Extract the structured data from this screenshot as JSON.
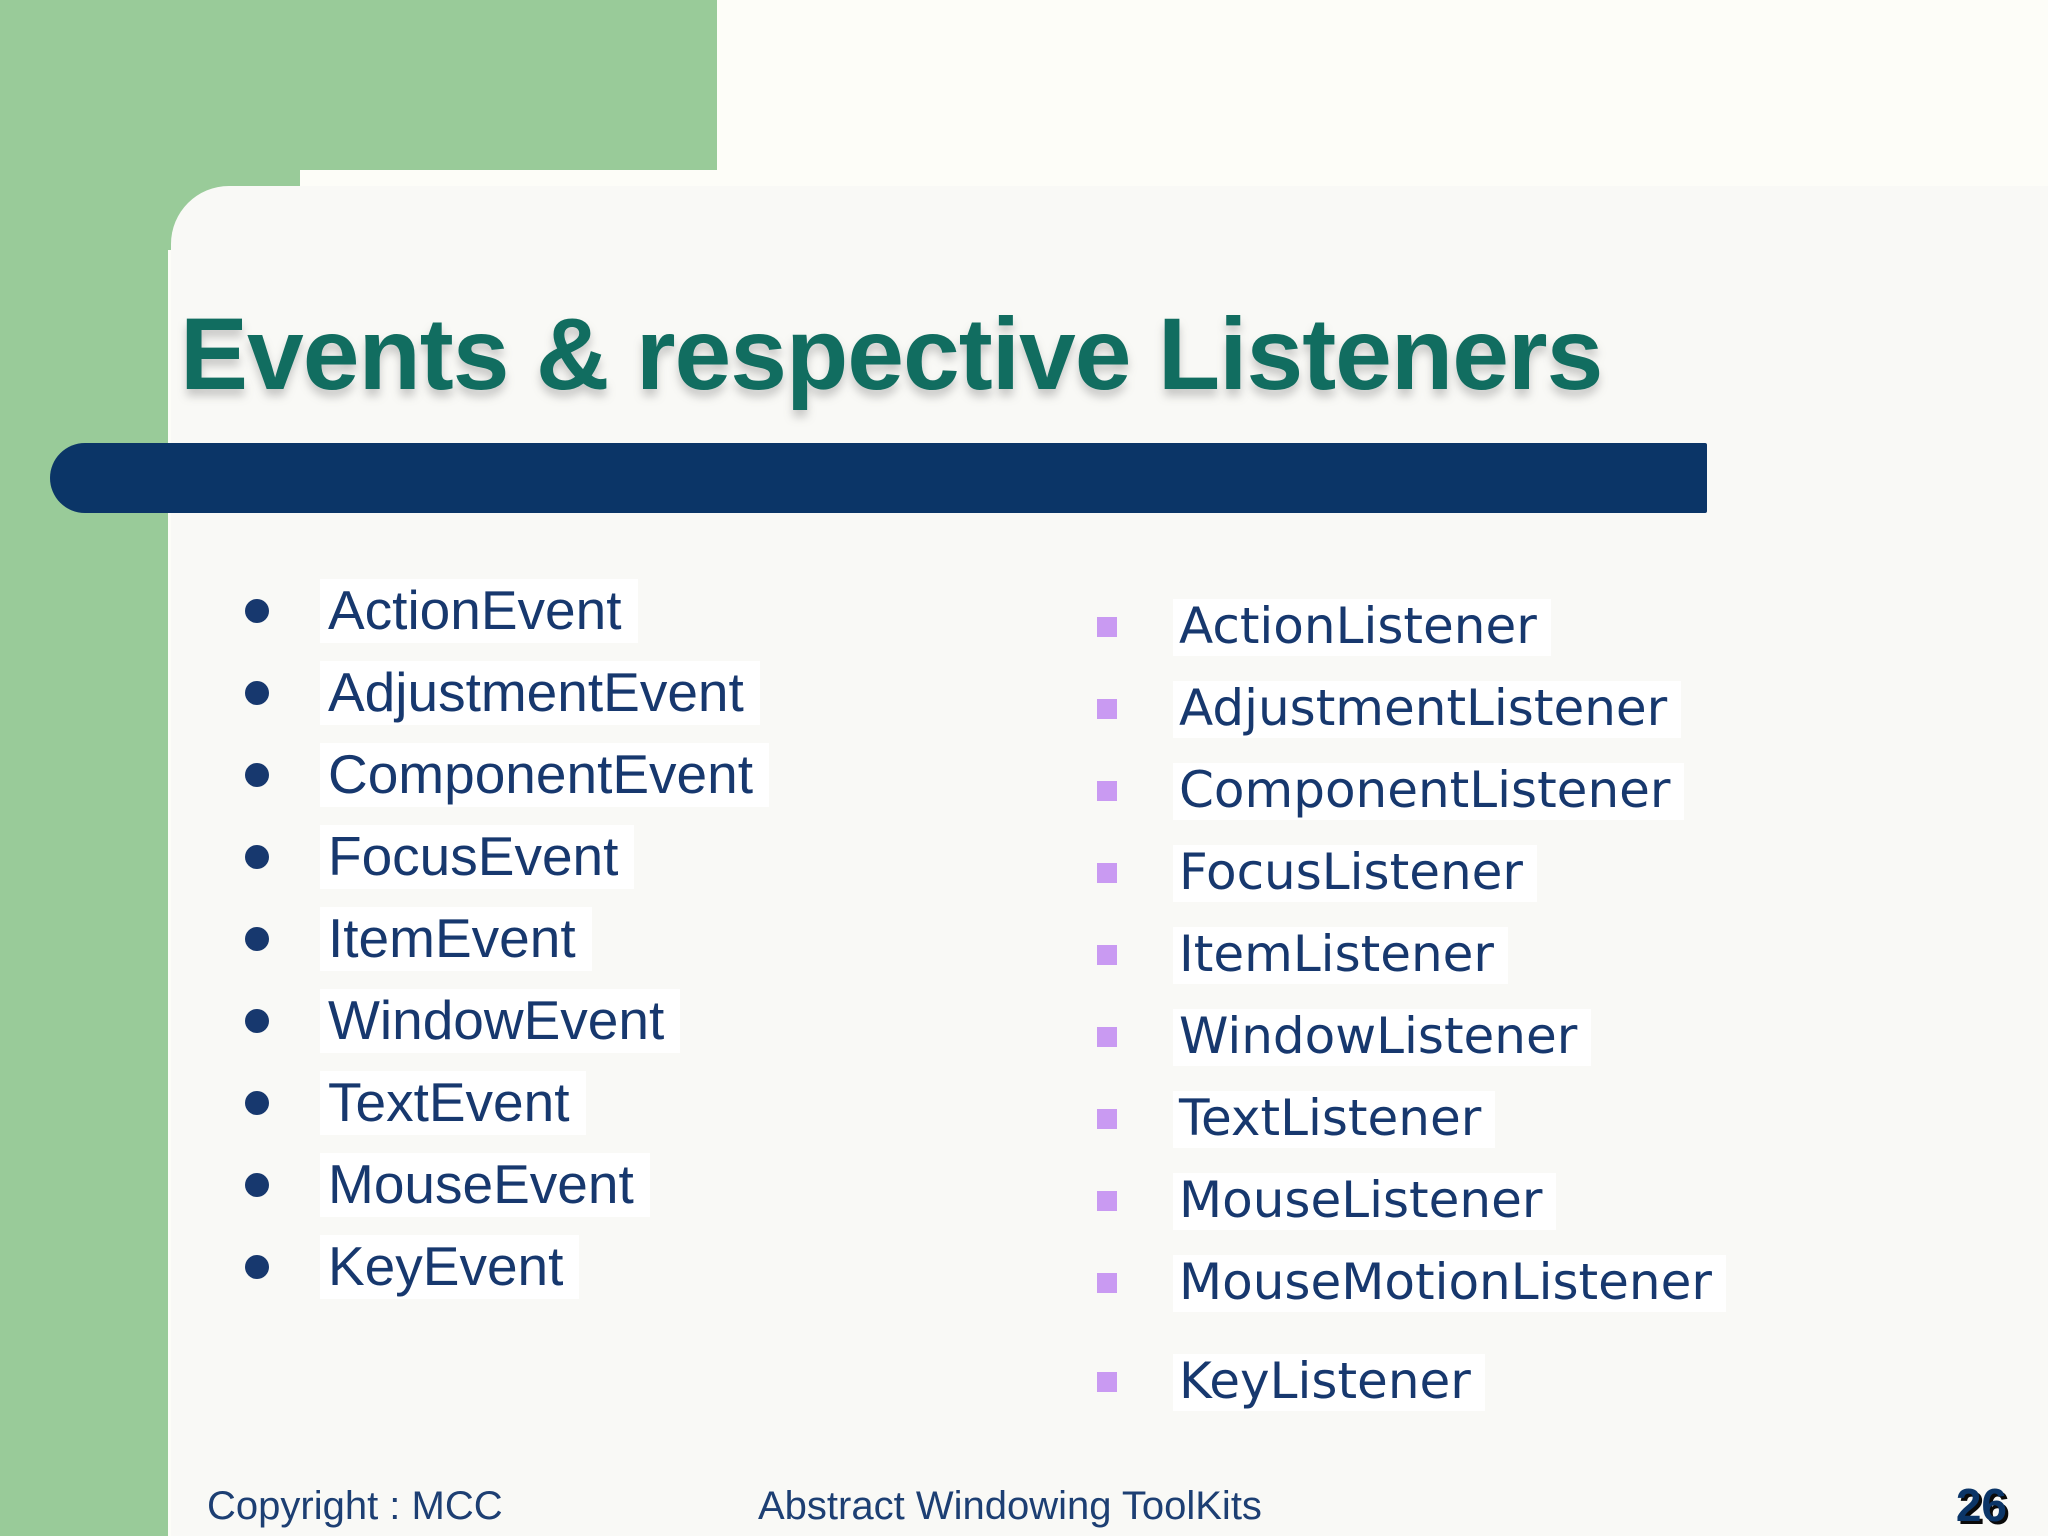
{
  "slide": {
    "title": "Events & respective Listeners",
    "events": [
      "ActionEvent",
      "AdjustmentEvent",
      "ComponentEvent",
      "FocusEvent",
      "ItemEvent",
      "WindowEvent",
      "TextEvent",
      "MouseEvent",
      "KeyEvent"
    ],
    "listeners": [
      "ActionListener",
      "AdjustmentListener",
      "ComponentListener",
      "FocusListener",
      "ItemListener",
      "WindowListener",
      "TextListener",
      "MouseListener",
      "MouseMotionListener",
      "KeyListener"
    ],
    "footer": {
      "copyright": "Copyright : MCC",
      "center": "Abstract Windowing ToolKits",
      "page_number": "26"
    },
    "colors": {
      "bg": "#fdfdf8",
      "card": "#f9f9f6",
      "green": "#99cb99",
      "navy": "#0b3567",
      "teal": "#116d60",
      "textnavy": "#17386e",
      "lilac": "#c99af2",
      "footnavy": "#1d3f73"
    }
  }
}
